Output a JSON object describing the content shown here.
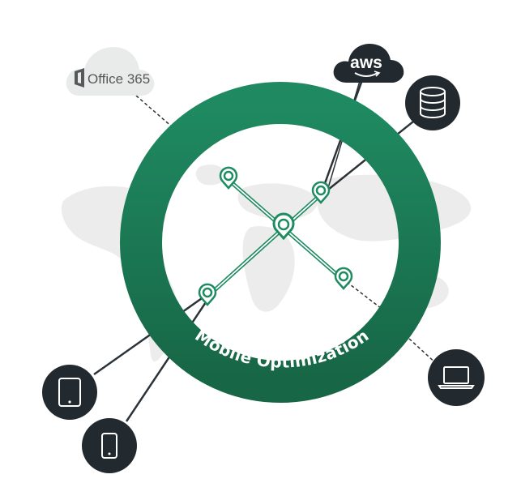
{
  "ring": {
    "label": "Mobile Optimization",
    "outer_color": "#1b7a55",
    "inner_color": "#ffffff",
    "line_color": "#1f8b61"
  },
  "services": {
    "office365": {
      "logo": "office-logo-icon",
      "label": "Office 365",
      "cloud_color": "#e9eaea"
    },
    "aws": {
      "label": "aws",
      "icon": "aws-cloud-icon",
      "color": "#232a2f"
    },
    "database": {
      "icon": "database-icon",
      "color": "#232a2f"
    }
  },
  "devices": {
    "tablet": {
      "icon": "tablet-icon",
      "color": "#232a2f"
    },
    "phone": {
      "icon": "smartphone-icon",
      "color": "#232a2f"
    },
    "laptop": {
      "icon": "laptop-icon",
      "color": "#232a2f"
    }
  },
  "background": {
    "icon": "world-map-icon",
    "color": "#ececec"
  }
}
